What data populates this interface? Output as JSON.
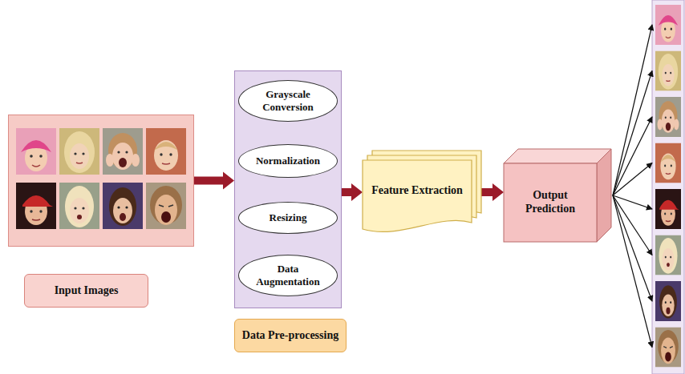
{
  "diagram": {
    "nodes": [
      {
        "text": [
          "Input Images"
        ]
      },
      {
        "text": [
          "Data Pre-processing"
        ]
      },
      {
        "text": [
          "Grayscale Conversion"
        ],
        "in": 1
      },
      {
        "text": [
          "Normalization"
        ],
        "in": 1
      },
      {
        "text": [
          "Resizing"
        ],
        "in": 1
      },
      {
        "text": [
          "Data Augmentation"
        ],
        "in": 1
      },
      {
        "text": [
          "Feature Extraction"
        ]
      },
      {
        "text": [
          "Output Prediction"
        ]
      }
    ],
    "edges": [
      {
        "from": 0,
        "to": 1,
        "arrow": "to"
      },
      {
        "from": 1,
        "to": 6,
        "arrow": "to"
      },
      {
        "from": 6,
        "to": 7,
        "arrow": "to"
      }
    ]
  }
}
